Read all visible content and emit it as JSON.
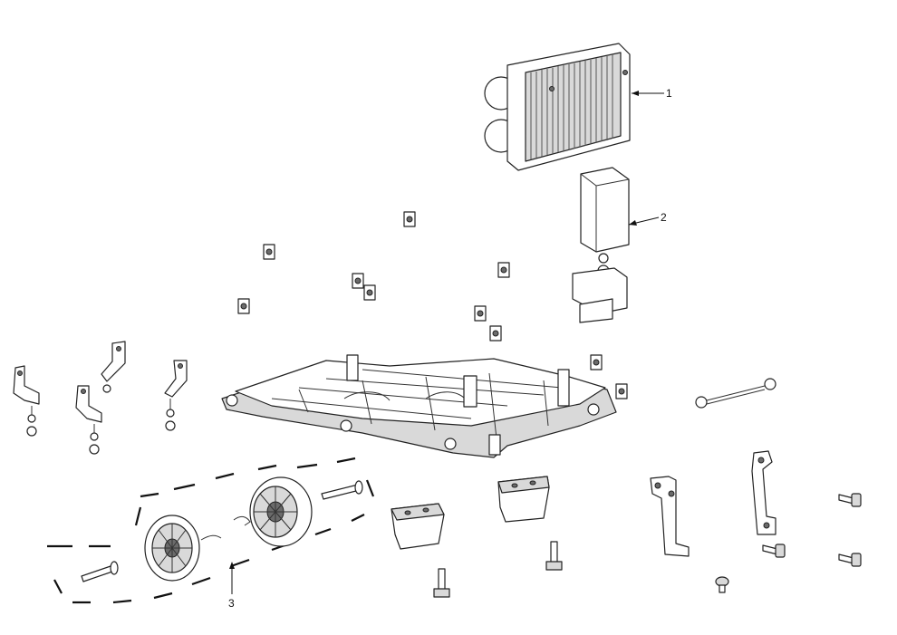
{
  "callouts": [
    {
      "id": "1",
      "label": "1"
    },
    {
      "id": "2",
      "label": "2"
    },
    {
      "id": "3",
      "label": "3"
    }
  ],
  "colors": {
    "line": "#222222",
    "fill": "#ffffff",
    "shade": "#d9d9d9",
    "dark": "#6b6b6b"
  }
}
